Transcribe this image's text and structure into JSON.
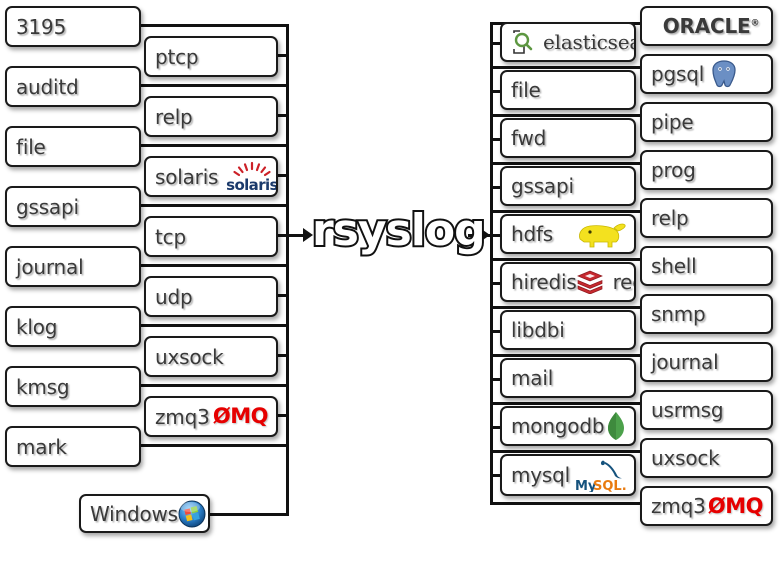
{
  "diagram": {
    "title": "rsyslog",
    "center_label": "rsyslog",
    "accent_colors": {
      "zeromq_red": "#e60000",
      "oracle_red": "#ea1b22",
      "redis_red": "#c6282e",
      "mongodb_green": "#4ca14b",
      "postgres_blue": "#6b8fc4",
      "hadoop_yellow": "#f3e11f",
      "solaris_blue": "#1b3a6b",
      "solaris_sun_red": "#cc2128",
      "elastic_green": "#5d9741",
      "mysql_blue": "#15527d",
      "mysql_orange": "#e97b10",
      "windows_blue": "#2a7fc9",
      "box_border": "#1a1a1a",
      "text_gray": "#3a3a3a"
    },
    "input_modules_col1": [
      {
        "label": "3195",
        "logo": ""
      },
      {
        "label": "auditd",
        "logo": ""
      },
      {
        "label": "file",
        "logo": ""
      },
      {
        "label": "gssapi",
        "logo": ""
      },
      {
        "label": "journal",
        "logo": ""
      },
      {
        "label": "klog",
        "logo": ""
      },
      {
        "label": "kmsg",
        "logo": ""
      },
      {
        "label": "mark",
        "logo": ""
      }
    ],
    "input_modules_col2": [
      {
        "label": "ptcp",
        "logo": ""
      },
      {
        "label": "relp",
        "logo": ""
      },
      {
        "label": "solaris",
        "logo": "solaris-logo"
      },
      {
        "label": "tcp",
        "logo": ""
      },
      {
        "label": "udp",
        "logo": ""
      },
      {
        "label": "uxsock",
        "logo": ""
      },
      {
        "label": "zmq3",
        "logo": "zeromq-logo",
        "logo_text": "ØMQ"
      }
    ],
    "input_modules_windows": {
      "label": "Windows",
      "logo": "windows-logo"
    },
    "output_modules_col1": [
      {
        "label": "",
        "logo": "elasticsearch-logo",
        "logo_text": "elasticsearch."
      },
      {
        "label": "file",
        "logo": ""
      },
      {
        "label": "fwd",
        "logo": ""
      },
      {
        "label": "gssapi",
        "logo": ""
      },
      {
        "label": "hdfs",
        "logo": "hadoop-logo"
      },
      {
        "label": "hiredis",
        "logo": "redis-logo",
        "logo_text": "redis"
      },
      {
        "label": "libdbi",
        "logo": ""
      },
      {
        "label": "mail",
        "logo": ""
      },
      {
        "label": "mongodb",
        "logo": "mongodb-logo"
      },
      {
        "label": "mysql",
        "logo": "mysql-logo",
        "logo_text": "MySQL."
      }
    ],
    "output_modules_col2": [
      {
        "label": "",
        "logo": "oracle-logo",
        "logo_text": "ORACLE"
      },
      {
        "label": "pgsql",
        "logo": "postgresql-logo"
      },
      {
        "label": "pipe",
        "logo": ""
      },
      {
        "label": "prog",
        "logo": ""
      },
      {
        "label": "relp",
        "logo": ""
      },
      {
        "label": "shell",
        "logo": ""
      },
      {
        "label": "snmp",
        "logo": ""
      },
      {
        "label": "journal",
        "logo": ""
      },
      {
        "label": "usrmsg",
        "logo": ""
      },
      {
        "label": "uxsock",
        "logo": ""
      },
      {
        "label": "zmq3",
        "logo": "zeromq-logo",
        "logo_text": "ØMQ"
      }
    ]
  }
}
